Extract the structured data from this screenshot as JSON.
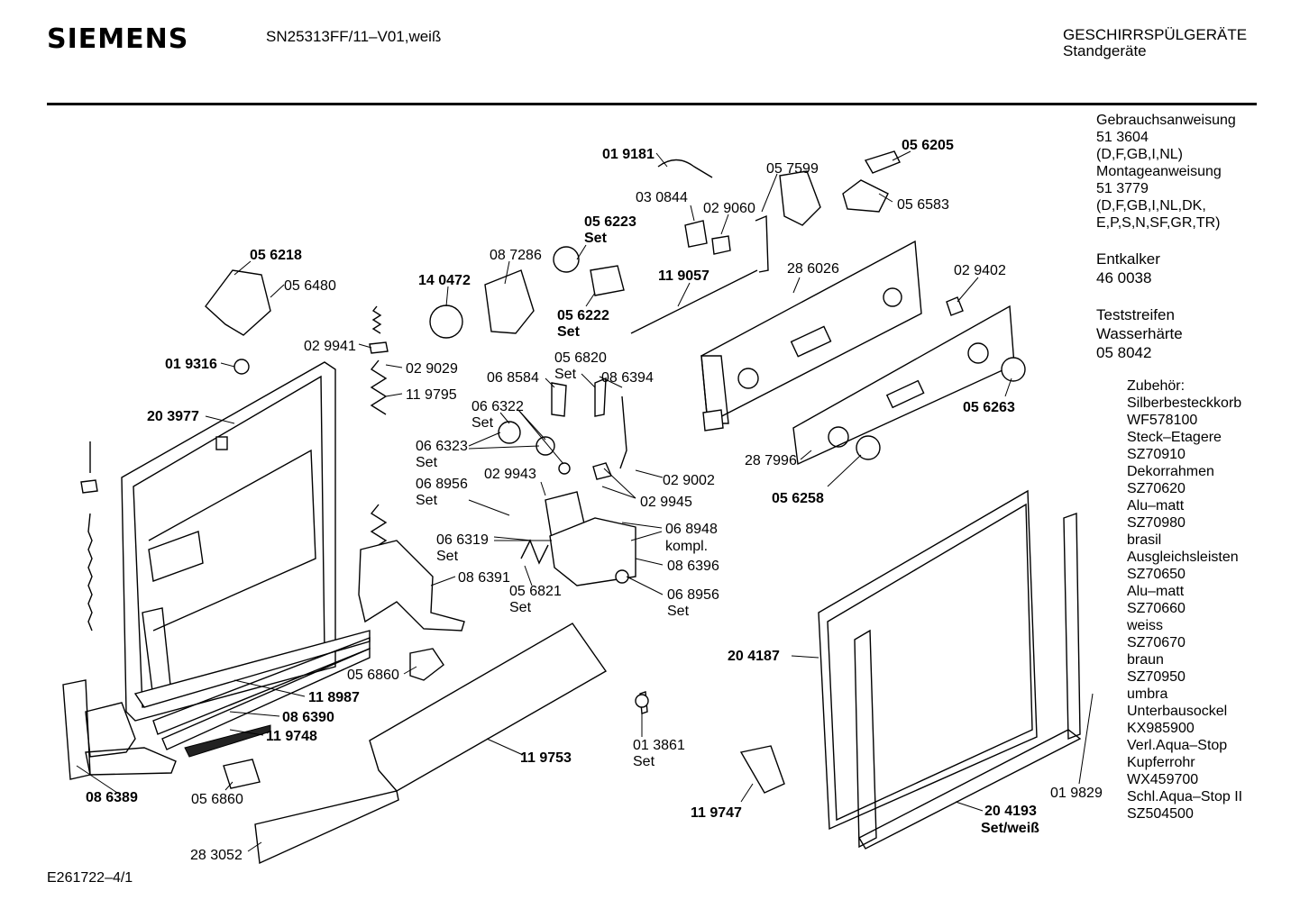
{
  "header": {
    "brand": "SIEMENS",
    "model": "SN25313FF/11–V01,weiß",
    "category": "GESCHIRRSPÜLGERÄTE",
    "subcategory": "Standgeräte"
  },
  "sidebar": {
    "lines": [
      "Gebrauchsanweisung",
      "51 3604",
      "(D,F,GB,I,NL)",
      "Montageanweisung",
      "51 3779",
      "(D,F,GB,I,NL,DK,",
      "E,P,S,N,SF,GR,TR)"
    ],
    "descaler": [
      "Entkalker",
      "46 0038"
    ],
    "test_strips": [
      "Teststreifen",
      "Wasserhärte",
      "05 8042"
    ]
  },
  "accessories": [
    "Zubehör:",
    "Silberbesteckkorb",
    "WF578100",
    "Steck–Etagere",
    "SZ70910",
    "Dekorrahmen",
    "SZ70620",
    "Alu–matt",
    "SZ70980",
    "brasil",
    "Ausgleichsleisten",
    "SZ70650",
    "Alu–matt",
    "SZ70660",
    "weiss",
    "SZ70670",
    "braun",
    "SZ70950",
    "umbra",
    "Unterbausockel",
    "KX985900",
    "Verl.Aqua–Stop",
    "Kupferrohr",
    "WX459700",
    "Schl.Aqua–Stop II",
    "SZ504500"
  ],
  "footer": {
    "drawing_id": "E261722–4/1"
  },
  "parts": [
    "01 9181",
    "05 6205",
    "05 7599",
    "03 0844",
    "02 9060",
    "05 6583",
    "05 6223",
    "Set",
    "08 7286",
    "11 9057",
    "28 6026",
    "02 9402",
    "05 6218",
    "05 6480",
    "14 0472",
    "05 6222",
    "Set",
    "02 9941",
    "01 9316",
    "02 9029",
    "11 9795",
    "05 6820",
    "Set",
    "06 8584",
    "08 6394",
    "20 3977",
    "06 6322",
    "Set",
    "05 6263",
    "06 6323",
    "Set",
    "28 7996",
    "02 9943",
    "02 9002",
    "06 8956",
    "Set",
    "02 9945",
    "05 6258",
    "06 8948",
    "kompl.",
    "06 6319",
    "Set",
    "08 6391",
    "08 6396",
    "05 6821",
    "Set",
    "06 8956",
    "Set",
    "20 4187",
    "05 6860",
    "11 8987",
    "08 6390",
    "11 9748",
    "01 3861",
    "Set",
    "11 9753",
    "08 6389",
    "05 6860",
    "11 9747",
    "20 4193",
    "Set/weiß",
    "01 9829",
    "28 3052"
  ]
}
